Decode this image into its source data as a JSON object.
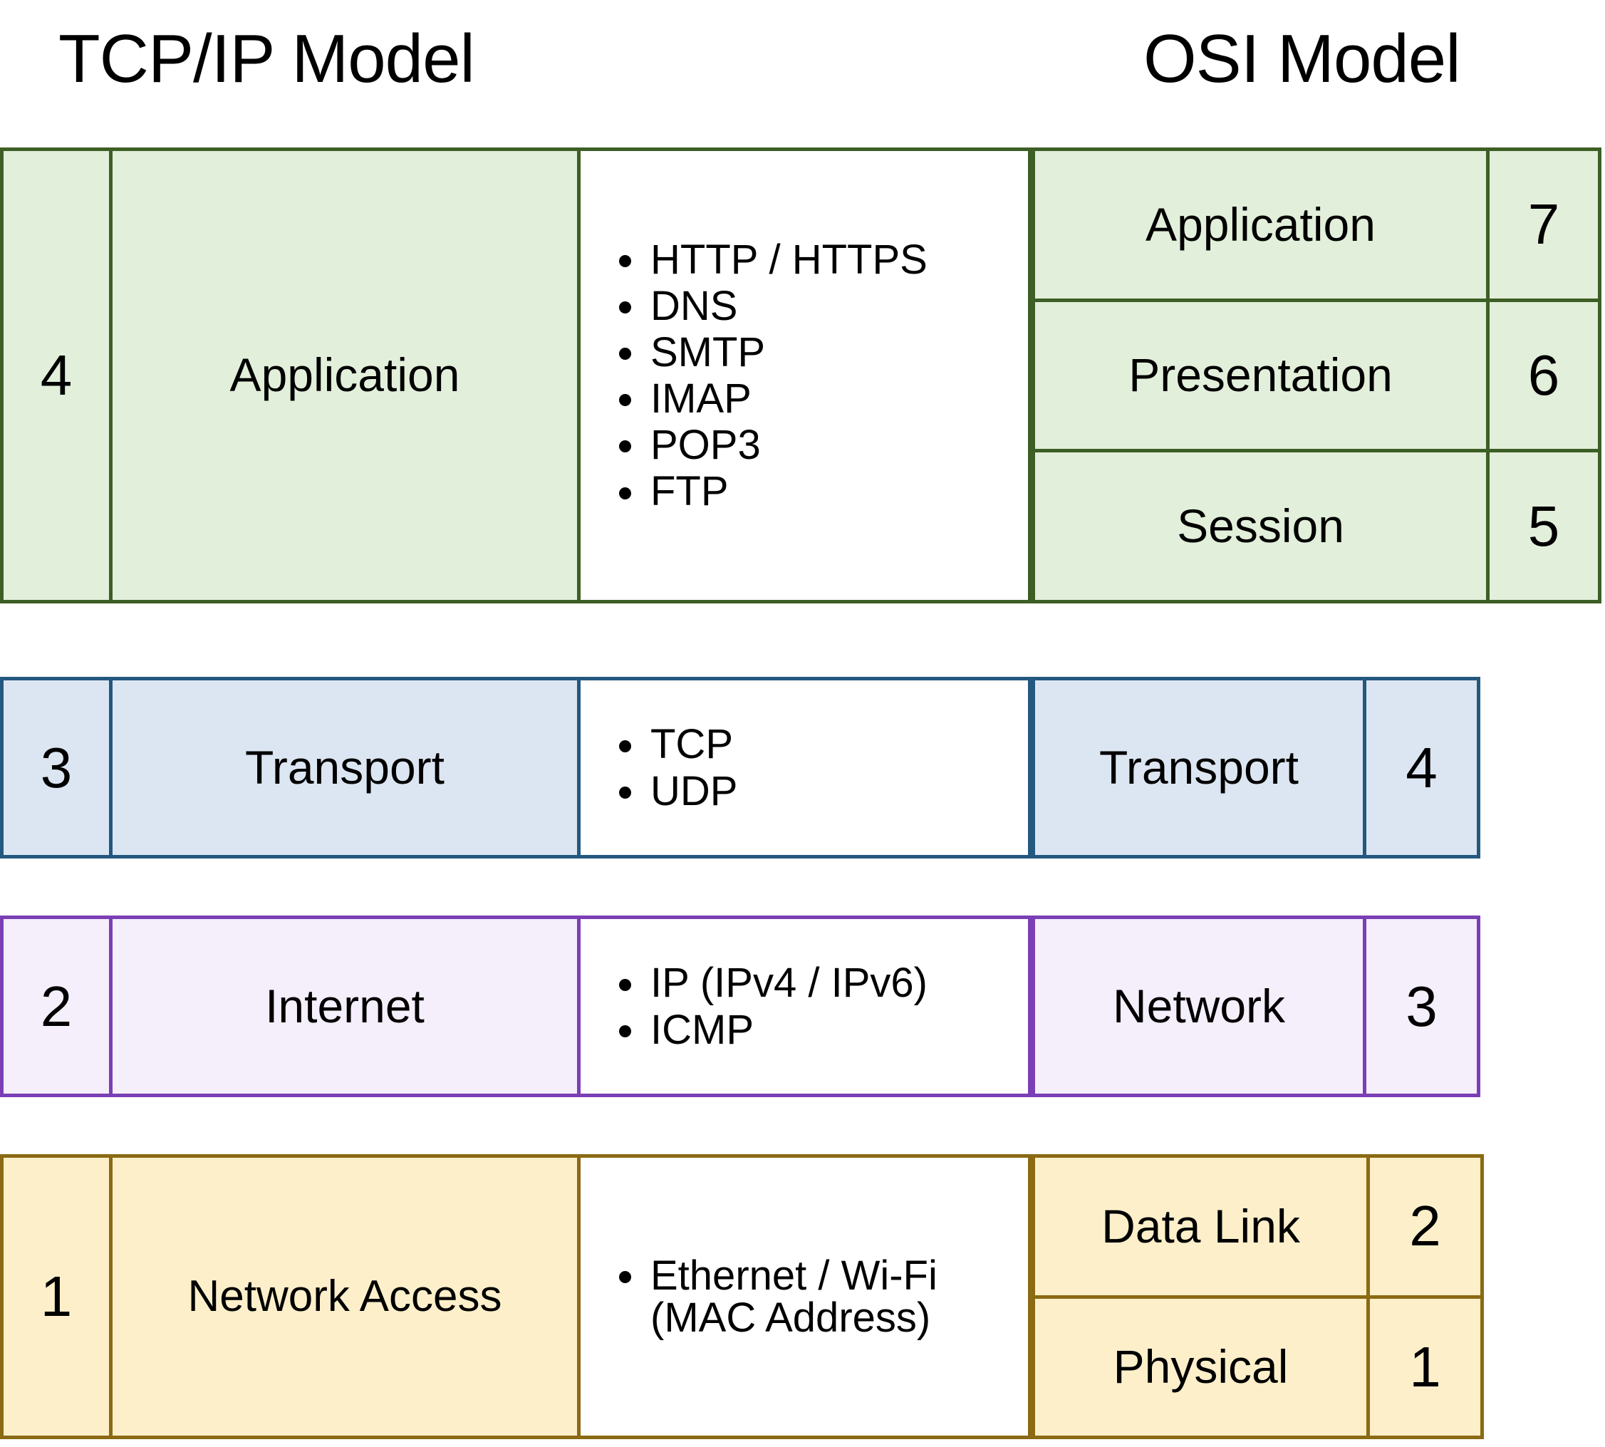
{
  "titles": {
    "left": "TCP/IP Model",
    "right": "OSI Model"
  },
  "colors": {
    "green_border": "#3d5e25",
    "green_fill": "#e2efda",
    "blue_border": "#24587f",
    "blue_fill": "#dce6f2",
    "purple_border": "#7b3fb5",
    "purple_fill": "#f5eefb",
    "yellow_border": "#8a6a13",
    "yellow_fill": "#fcefca"
  },
  "layers": [
    {
      "key": "application",
      "tcpip": {
        "number": "4",
        "name": "Application"
      },
      "protocols": [
        "HTTP / HTTPS",
        "DNS",
        "SMTP",
        "IMAP",
        "POP3",
        "FTP"
      ],
      "osi": [
        {
          "name": "Application",
          "number": "7"
        },
        {
          "name": "Presentation",
          "number": "6"
        },
        {
          "name": "Session",
          "number": "5"
        }
      ]
    },
    {
      "key": "transport",
      "tcpip": {
        "number": "3",
        "name": "Transport"
      },
      "protocols": [
        "TCP",
        "UDP"
      ],
      "osi": [
        {
          "name": "Transport",
          "number": "4"
        }
      ]
    },
    {
      "key": "internet",
      "tcpip": {
        "number": "2",
        "name": "Internet"
      },
      "protocols": [
        "IP (IPv4 / IPv6)",
        "ICMP"
      ],
      "osi": [
        {
          "name": "Network",
          "number": "3"
        }
      ]
    },
    {
      "key": "network_access",
      "tcpip": {
        "number": "1",
        "name": "Network Access"
      },
      "protocols": [
        "Ethernet / Wi-Fi\n(MAC Address)"
      ],
      "osi": [
        {
          "name": "Data Link",
          "number": "2"
        },
        {
          "name": "Physical",
          "number": "1"
        }
      ]
    }
  ]
}
